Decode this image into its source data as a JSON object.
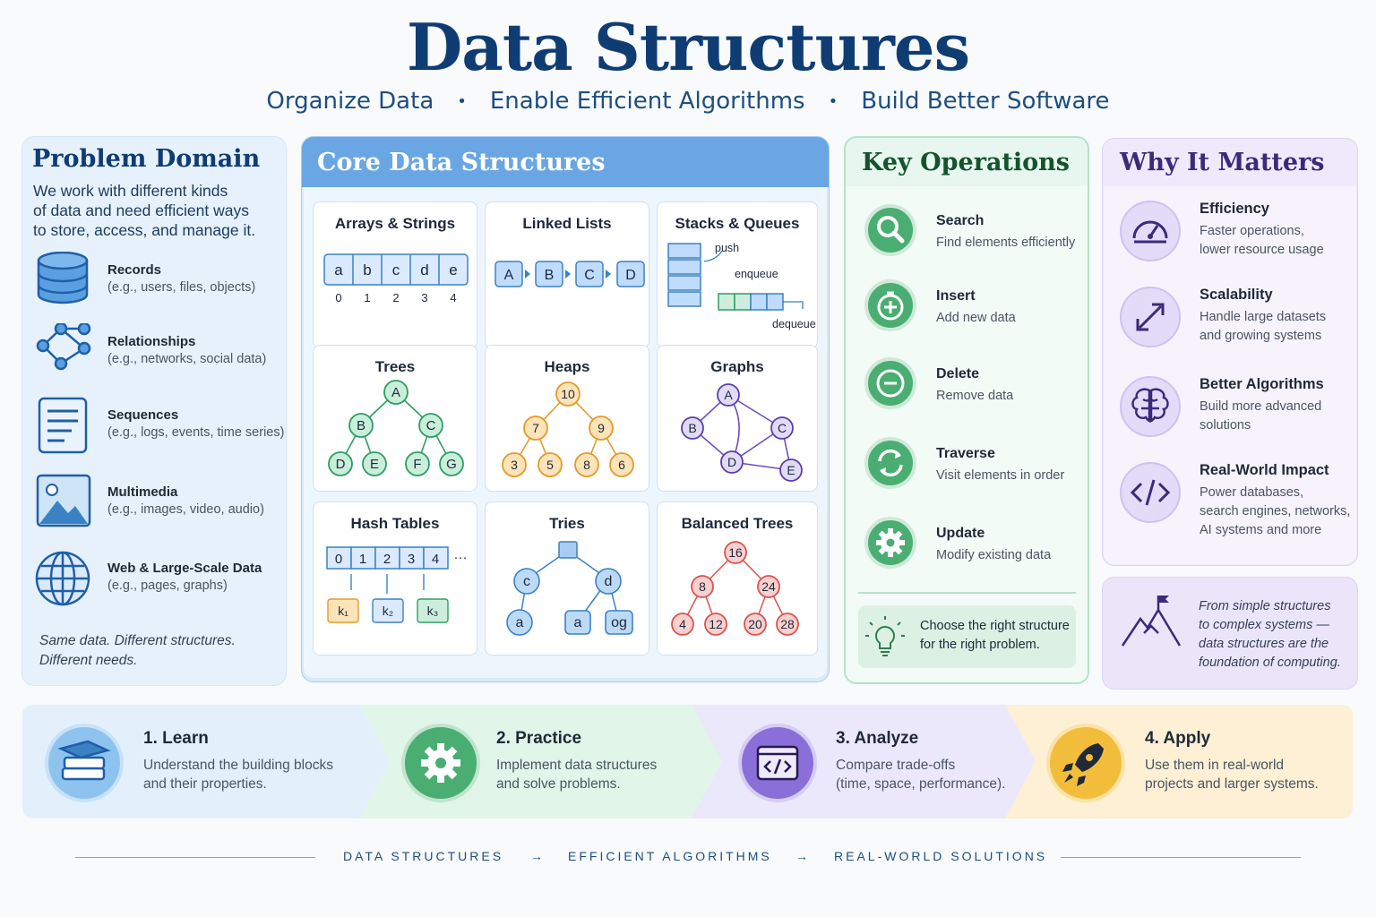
{
  "header": {
    "title": "Data Structures",
    "subtitle": [
      "Organize Data",
      "Enable Efficient Algorithms",
      "Build Better Software"
    ],
    "bullet": "•"
  },
  "domain": {
    "title": "Problem Domain",
    "intro": [
      "We work with different kinds",
      "of data and need efficient ways",
      "to store, access, and manage it."
    ],
    "items": [
      {
        "label": "Records",
        "desc": "(e.g., users, files, objects)",
        "icon": "database-icon"
      },
      {
        "label": "Relationships",
        "desc": "(e.g., networks, social data)",
        "icon": "network-icon"
      },
      {
        "label": "Sequences",
        "desc": "(e.g., logs, events, time series)",
        "icon": "document-list-icon"
      },
      {
        "label": "Multimedia",
        "desc": "(e.g., images, video, audio)",
        "icon": "image-icon"
      },
      {
        "label": "Web & Large-Scale Data",
        "desc": "(e.g., pages, graphs)",
        "icon": "globe-icon"
      }
    ],
    "note": [
      "Same data. Different structures.",
      "Different needs."
    ]
  },
  "core": {
    "title": "Core Data Structures",
    "cells": [
      {
        "title": "Arrays & Strings",
        "items": [
          "a",
          "b",
          "c",
          "d",
          "e"
        ],
        "indices": [
          "0",
          "1",
          "2",
          "3",
          "4"
        ]
      },
      {
        "title": "Linked Lists",
        "items": [
          "A",
          "B",
          "C",
          "D"
        ]
      },
      {
        "title": "Stacks & Queues",
        "labels": [
          "push",
          "enqueue",
          "dequeue"
        ]
      },
      {
        "title": "Trees",
        "nodes": [
          "A",
          "B",
          "C",
          "D",
          "E",
          "F",
          "G"
        ]
      },
      {
        "title": "Heaps",
        "nodes": [
          "10",
          "7",
          "9",
          "3",
          "5",
          "8",
          "6"
        ]
      },
      {
        "title": "Graphs",
        "nodes": [
          "A",
          "B",
          "C",
          "D",
          "E"
        ]
      },
      {
        "title": "Hash Tables",
        "slots": [
          "0",
          "1",
          "2",
          "3",
          "4"
        ],
        "ellipsis": "···",
        "keys": [
          "k₁",
          "k₂",
          "k₃"
        ]
      },
      {
        "title": "Tries",
        "nodes": [
          "c",
          "d",
          "a",
          "a",
          "og"
        ]
      },
      {
        "title": "Balanced Trees",
        "nodes": [
          "16",
          "8",
          "24",
          "4",
          "12",
          "20",
          "28"
        ]
      }
    ],
    "colors": {
      "blue": "#3b82c4",
      "green": "#2f9e66",
      "orange": "#e39a2d",
      "purple": "#5b3fa8",
      "red": "#d9534f"
    }
  },
  "operations": {
    "title": "Key Operations",
    "items": [
      {
        "label": "Search",
        "desc": "Find elements efficiently",
        "icon": "magnifier-icon"
      },
      {
        "label": "Insert",
        "desc": "Add new data",
        "icon": "plus-icon"
      },
      {
        "label": "Delete",
        "desc": "Remove data",
        "icon": "minus-icon"
      },
      {
        "label": "Traverse",
        "desc": "Visit elements in order",
        "icon": "refresh-icon"
      },
      {
        "label": "Update",
        "desc": "Modify existing data",
        "icon": "gear-icon"
      }
    ],
    "tip": [
      "Choose the right structure",
      "for the right problem."
    ]
  },
  "why": {
    "title": "Why It Matters",
    "items": [
      {
        "label": "Efficiency",
        "desc": [
          "Faster operations,",
          "lower resource usage"
        ],
        "icon": "speedometer-icon"
      },
      {
        "label": "Scalability",
        "desc": [
          "Handle large datasets",
          "and growing systems"
        ],
        "icon": "expand-arrows-icon"
      },
      {
        "label": "Better Algorithms",
        "desc": [
          "Build more advanced",
          "solutions"
        ],
        "icon": "brain-icon"
      },
      {
        "label": "Real-World Impact",
        "desc": [
          "Power databases,",
          "search engines, networks,",
          "AI systems and more"
        ],
        "icon": "code-icon"
      }
    ],
    "quote": [
      "From simple structures",
      "to complex systems —",
      "data structures are the",
      "foundation of computing."
    ]
  },
  "steps": [
    {
      "label": "1. Learn",
      "desc": [
        "Understand the building blocks",
        "and their properties."
      ],
      "icon": "books-icon"
    },
    {
      "label": "2. Practice",
      "desc": [
        "Implement data structures",
        "and solve problems."
      ],
      "icon": "gear-icon"
    },
    {
      "label": "3. Analyze",
      "desc": [
        "Compare trade-offs",
        "(time, space, performance)."
      ],
      "icon": "code-window-icon"
    },
    {
      "label": "4. Apply",
      "desc": [
        "Use them in real-world",
        "projects and larger systems."
      ],
      "icon": "rocket-icon"
    }
  ],
  "footer": {
    "items": [
      "DATA STRUCTURES",
      "EFFICIENT ALGORITHMS",
      "REAL-WORLD SOLUTIONS"
    ],
    "arrow": "→"
  }
}
